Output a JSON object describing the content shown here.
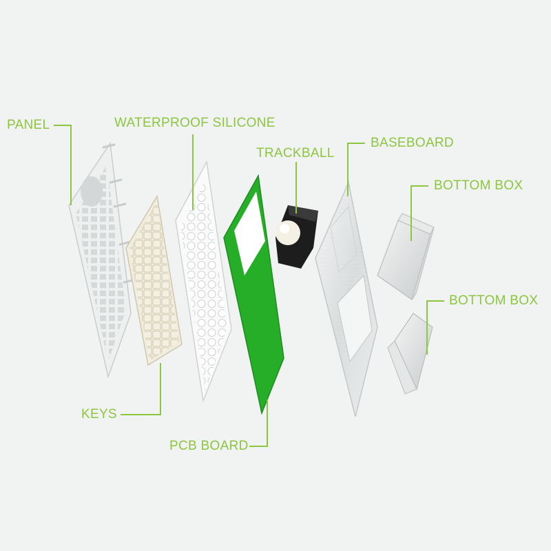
{
  "accent_color": "#8cc63f",
  "labels": {
    "panel": "PANEL",
    "silicone": "WATERPROOF SILICONE",
    "trackball": "TRACKBALL",
    "baseboard": "BASEBOARD",
    "bottom_box_1": "BOTTOM BOX",
    "bottom_box_2": "BOTTOM BOX",
    "keys": "KEYS",
    "pcb": "PCB BOARD"
  }
}
